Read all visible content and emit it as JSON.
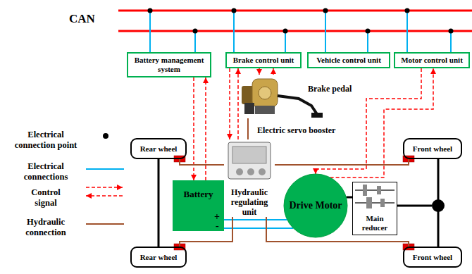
{
  "diagram": {
    "nodes": [
      {
        "text": [
          "Battery management system"
        ]
      },
      {
        "text": [
          "Brake control unit"
        ]
      },
      {
        "text": [
          "Vehicle control unit"
        ]
      },
      {
        "text": [
          "Motor control unit"
        ]
      },
      {
        "text": [
          "Electric servo booster"
        ]
      },
      {
        "text": [
          "Rear wheel"
        ]
      },
      {
        "text": [
          "Hydraulic regulating unit"
        ]
      },
      {
        "text": [
          "Front wheel"
        ]
      },
      {
        "text": [
          "Battery"
        ]
      },
      {
        "text": [
          "Drive Motor"
        ]
      },
      {
        "text": [
          "Main reducer"
        ]
      },
      {
        "text": [
          "Rear wheel"
        ]
      },
      {
        "text": [
          "Front wheel"
        ]
      }
    ],
    "edges": [
      {
        "from": 0,
        "to": 8,
        "arrow": "to"
      },
      {
        "from": 8,
        "to": 0,
        "arrow": "to"
      },
      {
        "from": 1,
        "to": 6,
        "arrow": "to"
      },
      {
        "from": 6,
        "to": 1,
        "arrow": "to"
      },
      {
        "from": 1,
        "to": 4,
        "arrow": "to"
      },
      {
        "from": 4,
        "to": 1,
        "arrow": "to"
      },
      {
        "from": 3,
        "to": 9,
        "arrow": "to"
      },
      {
        "from": 9,
        "to": 3,
        "arrow": "to"
      },
      {
        "from": 8,
        "to": 9,
        "arrow": "none"
      },
      {
        "from": 8,
        "to": 9,
        "arrow": "none"
      },
      {
        "from": 4,
        "to": 6,
        "arrow": "none"
      },
      {
        "from": 6,
        "to": 5,
        "arrow": "none"
      },
      {
        "from": 6,
        "to": 11,
        "arrow": "none"
      },
      {
        "from": 6,
        "to": 7,
        "arrow": "none"
      },
      {
        "from": 6,
        "to": 12,
        "arrow": "none"
      },
      {
        "from": 9,
        "to": 10,
        "arrow": "none"
      }
    ],
    "labels": [
      "CAN",
      "Brake pedal",
      "+",
      "-"
    ],
    "legend": [
      {
        "text": "Electrical connection point"
      },
      {
        "text": "Electrical connections"
      },
      {
        "text": "Control signal"
      },
      {
        "text": "Hydraulic connection"
      }
    ]
  }
}
